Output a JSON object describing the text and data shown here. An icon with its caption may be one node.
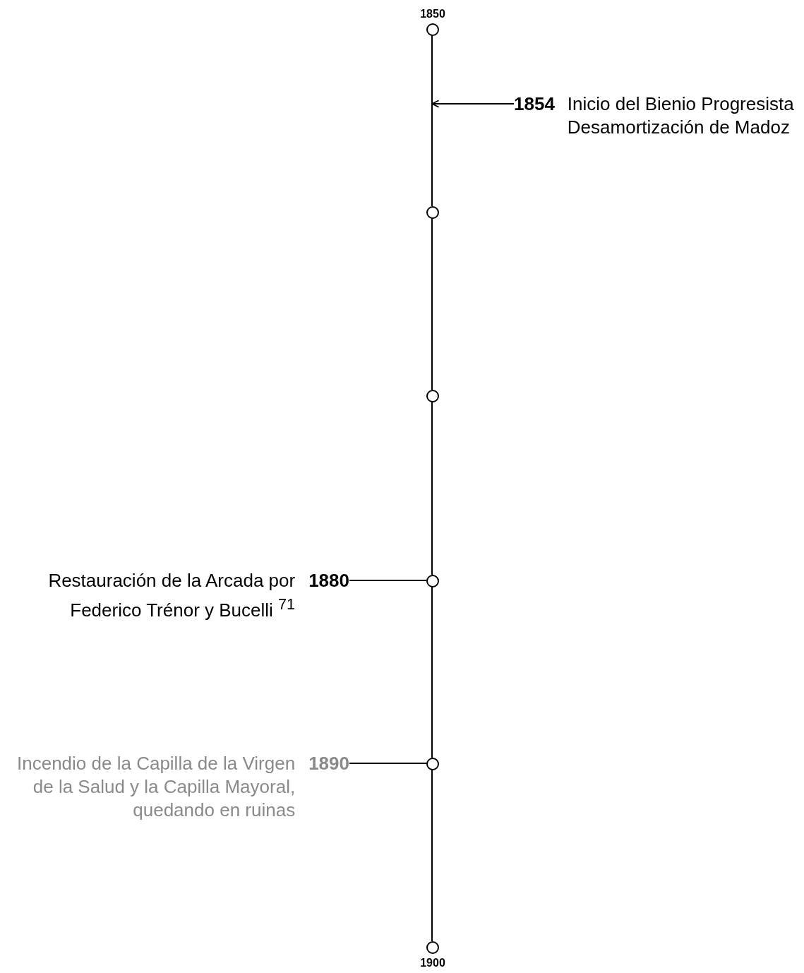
{
  "diagram": {
    "nodes": [
      {
        "text": [],
        "shape": "circle",
        "beside": [
          "1850"
        ]
      },
      {
        "text": [],
        "shape": "circle"
      },
      {
        "text": [],
        "shape": "circle"
      },
      {
        "text": [],
        "shape": "circle"
      },
      {
        "text": [],
        "shape": "circle"
      },
      {
        "text": [],
        "shape": "circle",
        "beside": [
          "1900"
        ]
      },
      {
        "text": [
          "1854",
          "Inicio del Bienio Progresista",
          "Desamortización de Madoz"
        ]
      },
      {
        "text": [
          "Restauración de la Arcada por Federico Trénor y Bucelli $^{71}$",
          "1880"
        ]
      },
      {
        "text": [
          "Incendio de la Capilla de la Virgen de la Salud y la Capilla Mayoral, quedando en ruinas",
          "1890"
        ]
      }
    ],
    "edges": [
      {
        "from": 0,
        "to": 1,
        "arrow": "none"
      },
      {
        "from": 1,
        "to": 2,
        "arrow": "none"
      },
      {
        "from": 2,
        "to": 3,
        "arrow": "none"
      },
      {
        "from": 3,
        "to": 4,
        "arrow": "none"
      },
      {
        "from": 4,
        "to": 5,
        "arrow": "none"
      },
      {
        "from": 6,
        "to": null,
        "arrow": "to"
      },
      {
        "from": 7,
        "to": 3,
        "arrow": "none"
      },
      {
        "from": 8,
        "to": 4,
        "arrow": "none"
      }
    ]
  }
}
